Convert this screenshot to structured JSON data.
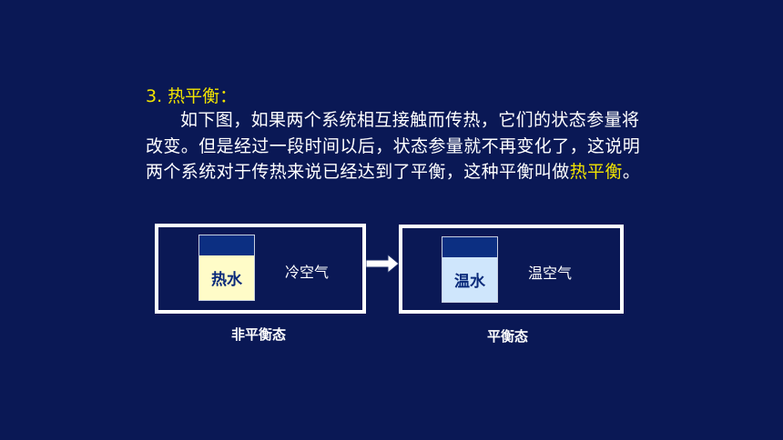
{
  "slide": {
    "heading": "3. 热平衡：",
    "paragraph_before": "如下图，如果两个系统相互接触而传热，它们的状态参量将改变。但是经过一段时间以后，状态参量就不再变化了，这说明两个系统对于传热来说已经达到了平衡，这种平衡叫做",
    "paragraph_highlight": "热平衡",
    "paragraph_after": "。"
  },
  "diagram": {
    "left": {
      "water_label": "热水",
      "air_label": "冷空气",
      "caption": "非平衡态"
    },
    "right": {
      "water_label": "温水",
      "air_label": "温空气",
      "caption": "平衡态"
    },
    "arrow_icon": "right-arrow-icon"
  },
  "colors": {
    "background": "#0a1855",
    "highlight": "#f2e400",
    "hot_water": "#fffcc8",
    "warm_water": "#cfe6fc",
    "beaker_top": "#0c2f82"
  }
}
